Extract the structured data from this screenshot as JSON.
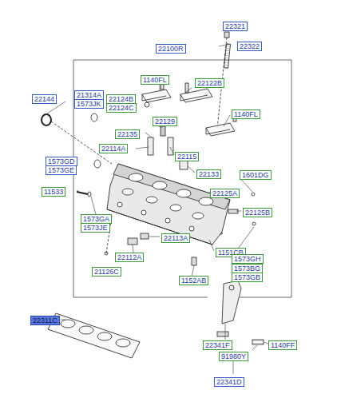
{
  "diagram": {
    "labels": [
      "22321",
      "22322",
      "22100R",
      "1140FL",
      "22122B",
      "22144",
      "21314A",
      "1573JK",
      "22124B",
      "22124C",
      "1140FL",
      "22129",
      "22135",
      "22114A",
      "22115",
      "1573GD",
      "1573GE",
      "22133",
      "1601DG",
      "11533",
      "22125A",
      "22125B",
      "1573GA",
      "1573JE",
      "22113A",
      "1151CB",
      "22112A",
      "1573GH",
      "1573BG",
      "1573GB",
      "21126C",
      "1152AB",
      "22311C",
      "22341F",
      "91980Y",
      "1140FF",
      "22341D"
    ]
  }
}
